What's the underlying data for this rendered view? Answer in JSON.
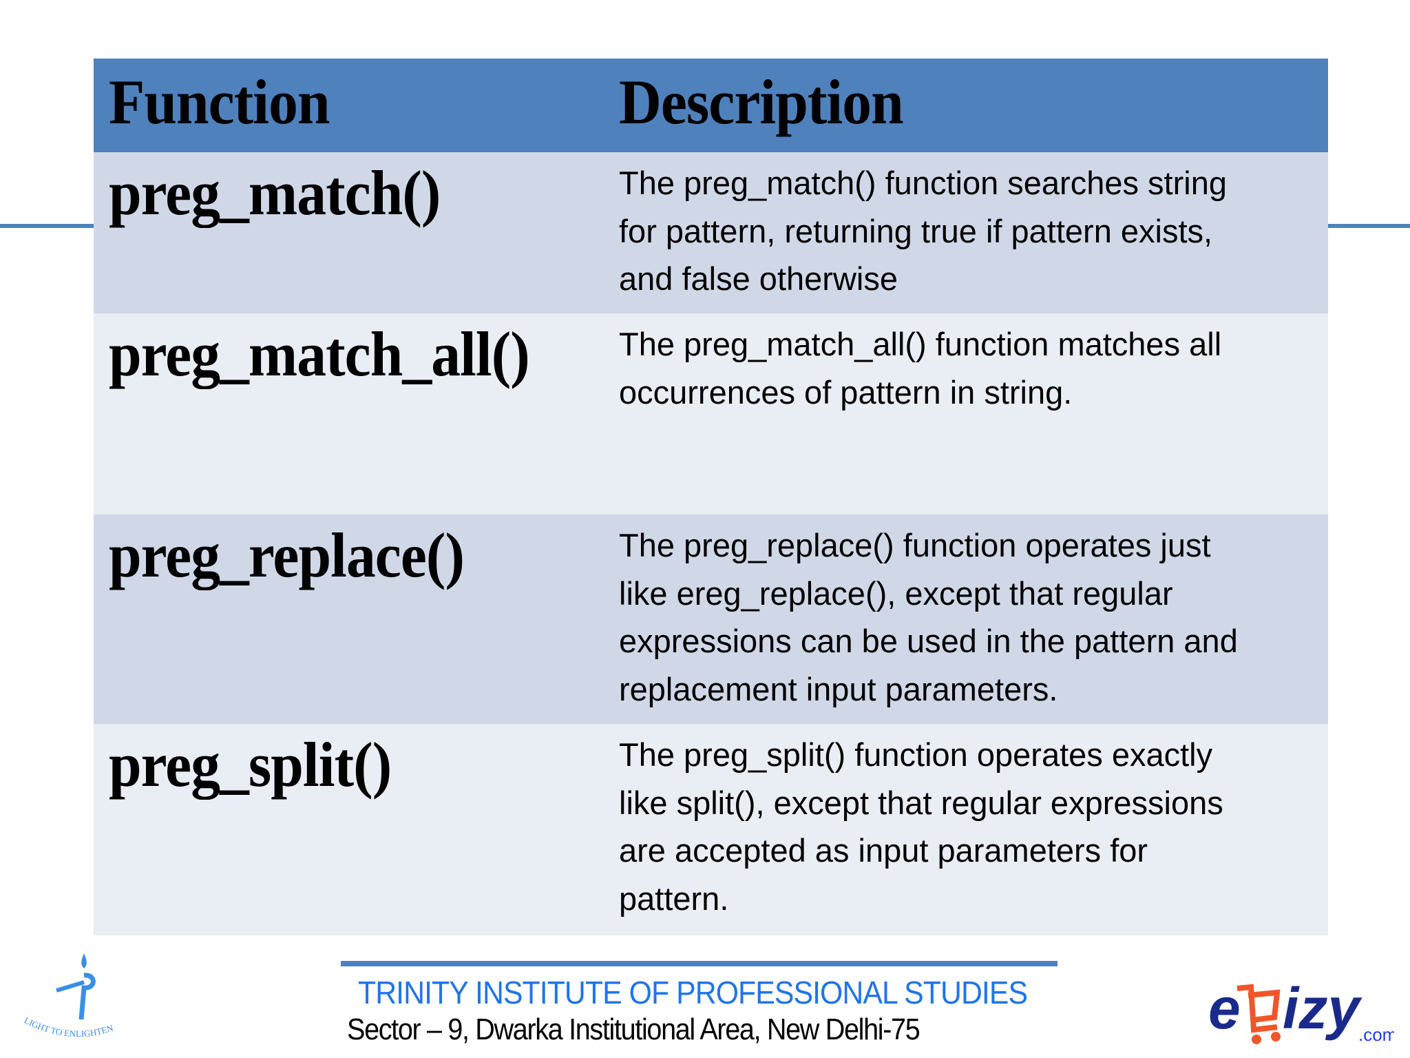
{
  "table": {
    "headers": {
      "function": "Function",
      "description": "Description"
    },
    "rows": [
      {
        "function": "preg_match()",
        "description_lines": [
          "The preg_match() function searches string",
          "for pattern, returning true if pattern exists,",
          "and false otherwise"
        ]
      },
      {
        "function": "preg_match_all()",
        "description_lines": [
          "The preg_match_all() function matches all",
          "occurrences of pattern in string."
        ]
      },
      {
        "function": "preg_replace()",
        "description_lines": [
          "The preg_replace() function operates just",
          "like ereg_replace(), except that regular",
          "expressions can be used in the pattern and",
          "replacement input parameters."
        ]
      },
      {
        "function": "preg_split()",
        "description_lines": [
          "The preg_split() function operates exactly",
          "like split(), except that regular expressions",
          "are accepted as input parameters for",
          "pattern."
        ]
      }
    ]
  },
  "footer": {
    "institute": "TRINITY INSTITUTE OF PROFESSIONAL STUDIES",
    "address": "Sector – 9, Dwarka Institutional Area, New Delhi-75",
    "left_logo_text": "LIGHT TO ENLIGHTEN",
    "right_logo": {
      "letter": "e",
      "word": "izy",
      "suffix": ".com"
    }
  },
  "colors": {
    "header": "#4F81BD",
    "row_odd": "#D0D8E8",
    "row_even": "#E9EDF4",
    "institute_text": "#1F75E8",
    "logo_orange": "#F0562A",
    "logo_navy": "#1A2A8C"
  }
}
